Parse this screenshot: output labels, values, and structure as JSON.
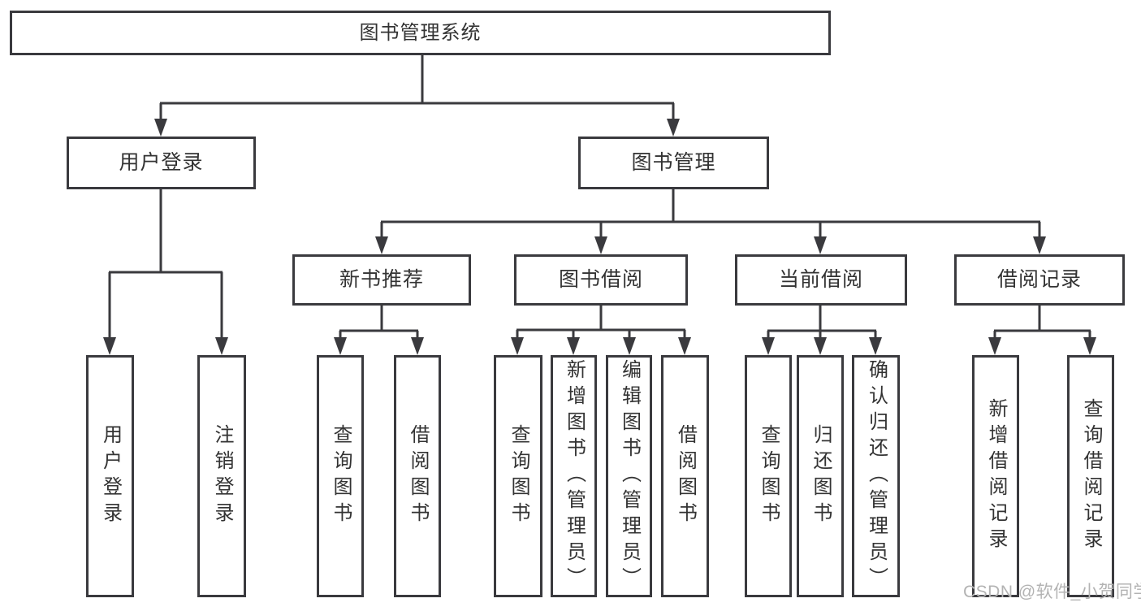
{
  "diagram": {
    "root": {
      "label": "图书管理系统"
    },
    "level2": [
      {
        "id": "user-login",
        "label": "用户登录"
      },
      {
        "id": "book-management",
        "label": "图书管理"
      }
    ],
    "level3": [
      {
        "id": "new-book-recommendation",
        "label": "新书推荐",
        "parent": "book-management"
      },
      {
        "id": "book-borrowing",
        "label": "图书借阅",
        "parent": "book-management"
      },
      {
        "id": "current-borrowing",
        "label": "当前借阅",
        "parent": "book-management"
      },
      {
        "id": "borrowing-records",
        "label": "借阅记录",
        "parent": "book-management"
      }
    ],
    "leaves": [
      {
        "label": "用户登录",
        "parent": "user-login"
      },
      {
        "label": "注销登录",
        "parent": "user-login"
      },
      {
        "label": "查询图书",
        "parent": "new-book-recommendation"
      },
      {
        "label": "借阅图书",
        "parent": "new-book-recommendation"
      },
      {
        "label": "查询图书",
        "parent": "book-borrowing"
      },
      {
        "label": "新增图书（管理员）",
        "parent": "book-borrowing"
      },
      {
        "label": "编辑图书（管理员）",
        "parent": "book-borrowing"
      },
      {
        "label": "借阅图书",
        "parent": "book-borrowing"
      },
      {
        "label": "查询图书",
        "parent": "current-borrowing"
      },
      {
        "label": "归还图书",
        "parent": "current-borrowing"
      },
      {
        "label": "确认归还（管理员）",
        "parent": "current-borrowing"
      },
      {
        "label": "新增借阅记录",
        "parent": "borrowing-records"
      },
      {
        "label": "查询借阅记录",
        "parent": "borrowing-records"
      }
    ]
  },
  "watermark": {
    "text": "CSDN @软件_小贺同学"
  },
  "colors": {
    "line": "#3a3a3e",
    "text": "#333333",
    "box_fill": "#ffffff",
    "background": "#ffffff",
    "watermark": "#b3b3b3"
  }
}
